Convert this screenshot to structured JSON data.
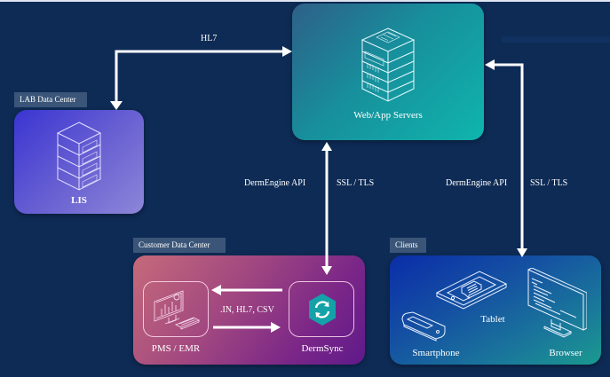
{
  "diagram": {
    "title": "DermEngine integration architecture",
    "nodes": {
      "web_servers": {
        "label": "Web/App Servers",
        "icon": "server-rack-icon"
      },
      "lis": {
        "label": "LIS",
        "group_tag": "LAB Data Center",
        "icon": "server-stack-icon"
      },
      "customer": {
        "group_tag": "Customer Data Center",
        "pms": {
          "label": "PMS / EMR",
          "icon": "desktop-analytics-icon"
        },
        "dermsync": {
          "label": "DermSync",
          "icon": "sync-hexagon-icon"
        },
        "exchange_label": ".IN, HL7, CSV"
      },
      "clients": {
        "group_tag": "Clients",
        "devices": [
          {
            "label": "Tablet",
            "icon": "tablet-icon"
          },
          {
            "label": "Smartphone",
            "icon": "smartphone-icon"
          },
          {
            "label": "Browser",
            "icon": "monitor-browser-icon"
          }
        ]
      }
    },
    "edges": {
      "lis_web": {
        "label": "HL7"
      },
      "dermsync_web": {
        "api_label": "DermEngine API",
        "security_label": "SSL / TLS"
      },
      "clients_web": {
        "api_label": "DermEngine API",
        "security_label": "SSL / TLS"
      }
    },
    "colors": {
      "background": "#0e2b55",
      "web_gradient": [
        "#2b6a8c",
        "#0fb3ac"
      ],
      "lis_gradient": [
        "#3d36d0",
        "#8a80d6"
      ],
      "customer_gradient": [
        "#c0607a",
        "#6a1f8c"
      ],
      "clients_gradient": [
        "#0b2fa8",
        "#1a8f96"
      ],
      "tag": "#3a5578",
      "dermsync_hex": "#13a2a8"
    }
  }
}
